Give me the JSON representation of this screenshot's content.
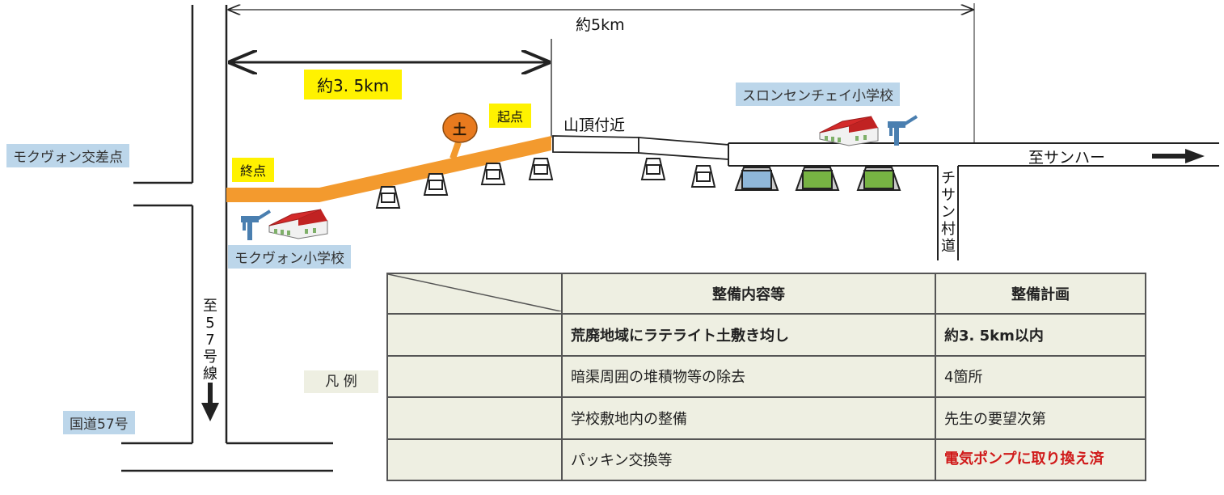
{
  "distances": {
    "total": "約5km",
    "section": "約3. 5km"
  },
  "points": {
    "start": "起点",
    "end": "終点",
    "summit": "山頂付近",
    "soil": "土"
  },
  "places": {
    "intersection": "モクヴォン交差点",
    "school_west": "モクヴォン小学校",
    "school_east": "スロンセンチェイ小学校",
    "national_road": "国道57号"
  },
  "directions": {
    "to_route57": [
      "至",
      "5",
      "7",
      "号",
      "線"
    ],
    "to_sanha": "至サンハー",
    "village_road": [
      "チ",
      "サ",
      "ン",
      "村",
      "道"
    ]
  },
  "colors": {
    "laterite": "#f39a2e",
    "culvert_existing": "#ffffff",
    "culvert_blue": "#8fb7d9",
    "culvert_green": "#77b343",
    "school_roof": "#d42a2a"
  },
  "legend": {
    "title": "凡 例",
    "header": {
      "content": "整備内容等",
      "plan": "整備計画"
    },
    "rows": [
      {
        "icon": "orange-bar-icon",
        "content": "荒廃地域にラテライト土敷き均し",
        "plan": "約3. 5km以内"
      },
      {
        "icon": "culvert-icon",
        "content": "暗渠周囲の堆積物等の除去",
        "plan": "4箇所"
      },
      {
        "icon": "school-building-icon",
        "content": "学校敷地内の整備",
        "plan": "先生の要望次第"
      },
      {
        "icon": "hand-pump-icon",
        "content": "パッキン交換等",
        "plan": "電気ポンプに取り換え済"
      }
    ]
  }
}
